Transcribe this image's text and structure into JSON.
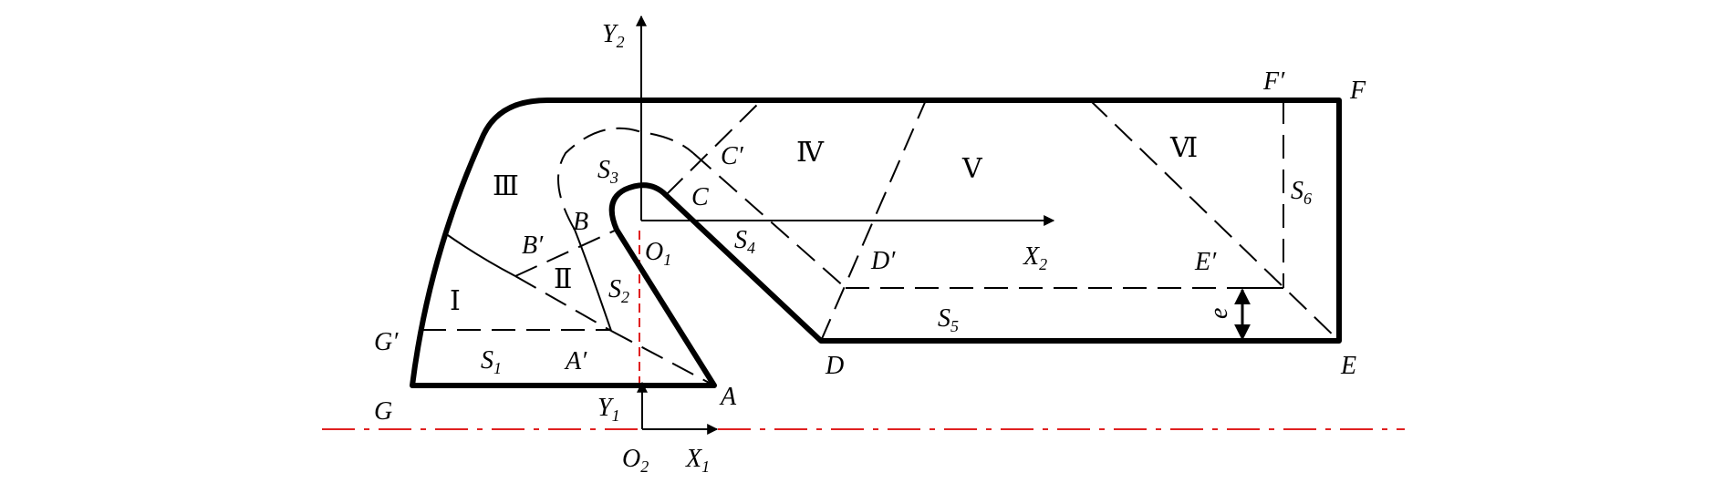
{
  "diagram": {
    "points": {
      "A": "A",
      "A_prime": "A′",
      "B": "B",
      "B_prime": "B′",
      "C": "C",
      "C_prime": "C′",
      "D": "D",
      "D_prime": "D′",
      "E": "E",
      "E_prime": "E′",
      "F": "F",
      "F_prime": "F′",
      "G": "G",
      "G_prime": "G′"
    },
    "regions": {
      "r1": "Ⅰ",
      "r2": "Ⅱ",
      "r3": "Ⅲ",
      "r4": "Ⅳ",
      "r5": "Ⅴ",
      "r6": "Ⅵ"
    },
    "segments": {
      "S1": {
        "main": "S",
        "sub": "1"
      },
      "S2": {
        "main": "S",
        "sub": "2"
      },
      "S3": {
        "main": "S",
        "sub": "3"
      },
      "S4": {
        "main": "S",
        "sub": "4"
      },
      "S5": {
        "main": "S",
        "sub": "5"
      },
      "S6": {
        "main": "S",
        "sub": "6"
      }
    },
    "axes": {
      "Y2": {
        "main": "Y",
        "sub": "2"
      },
      "X2": {
        "main": "X",
        "sub": "2"
      },
      "O1": {
        "main": "O",
        "sub": "1"
      },
      "O2": {
        "main": "O",
        "sub": "2"
      },
      "X1": {
        "main": "X",
        "sub": "1"
      },
      "Y1": {
        "main": "Y",
        "sub": "1"
      }
    },
    "offset_label": "e"
  }
}
